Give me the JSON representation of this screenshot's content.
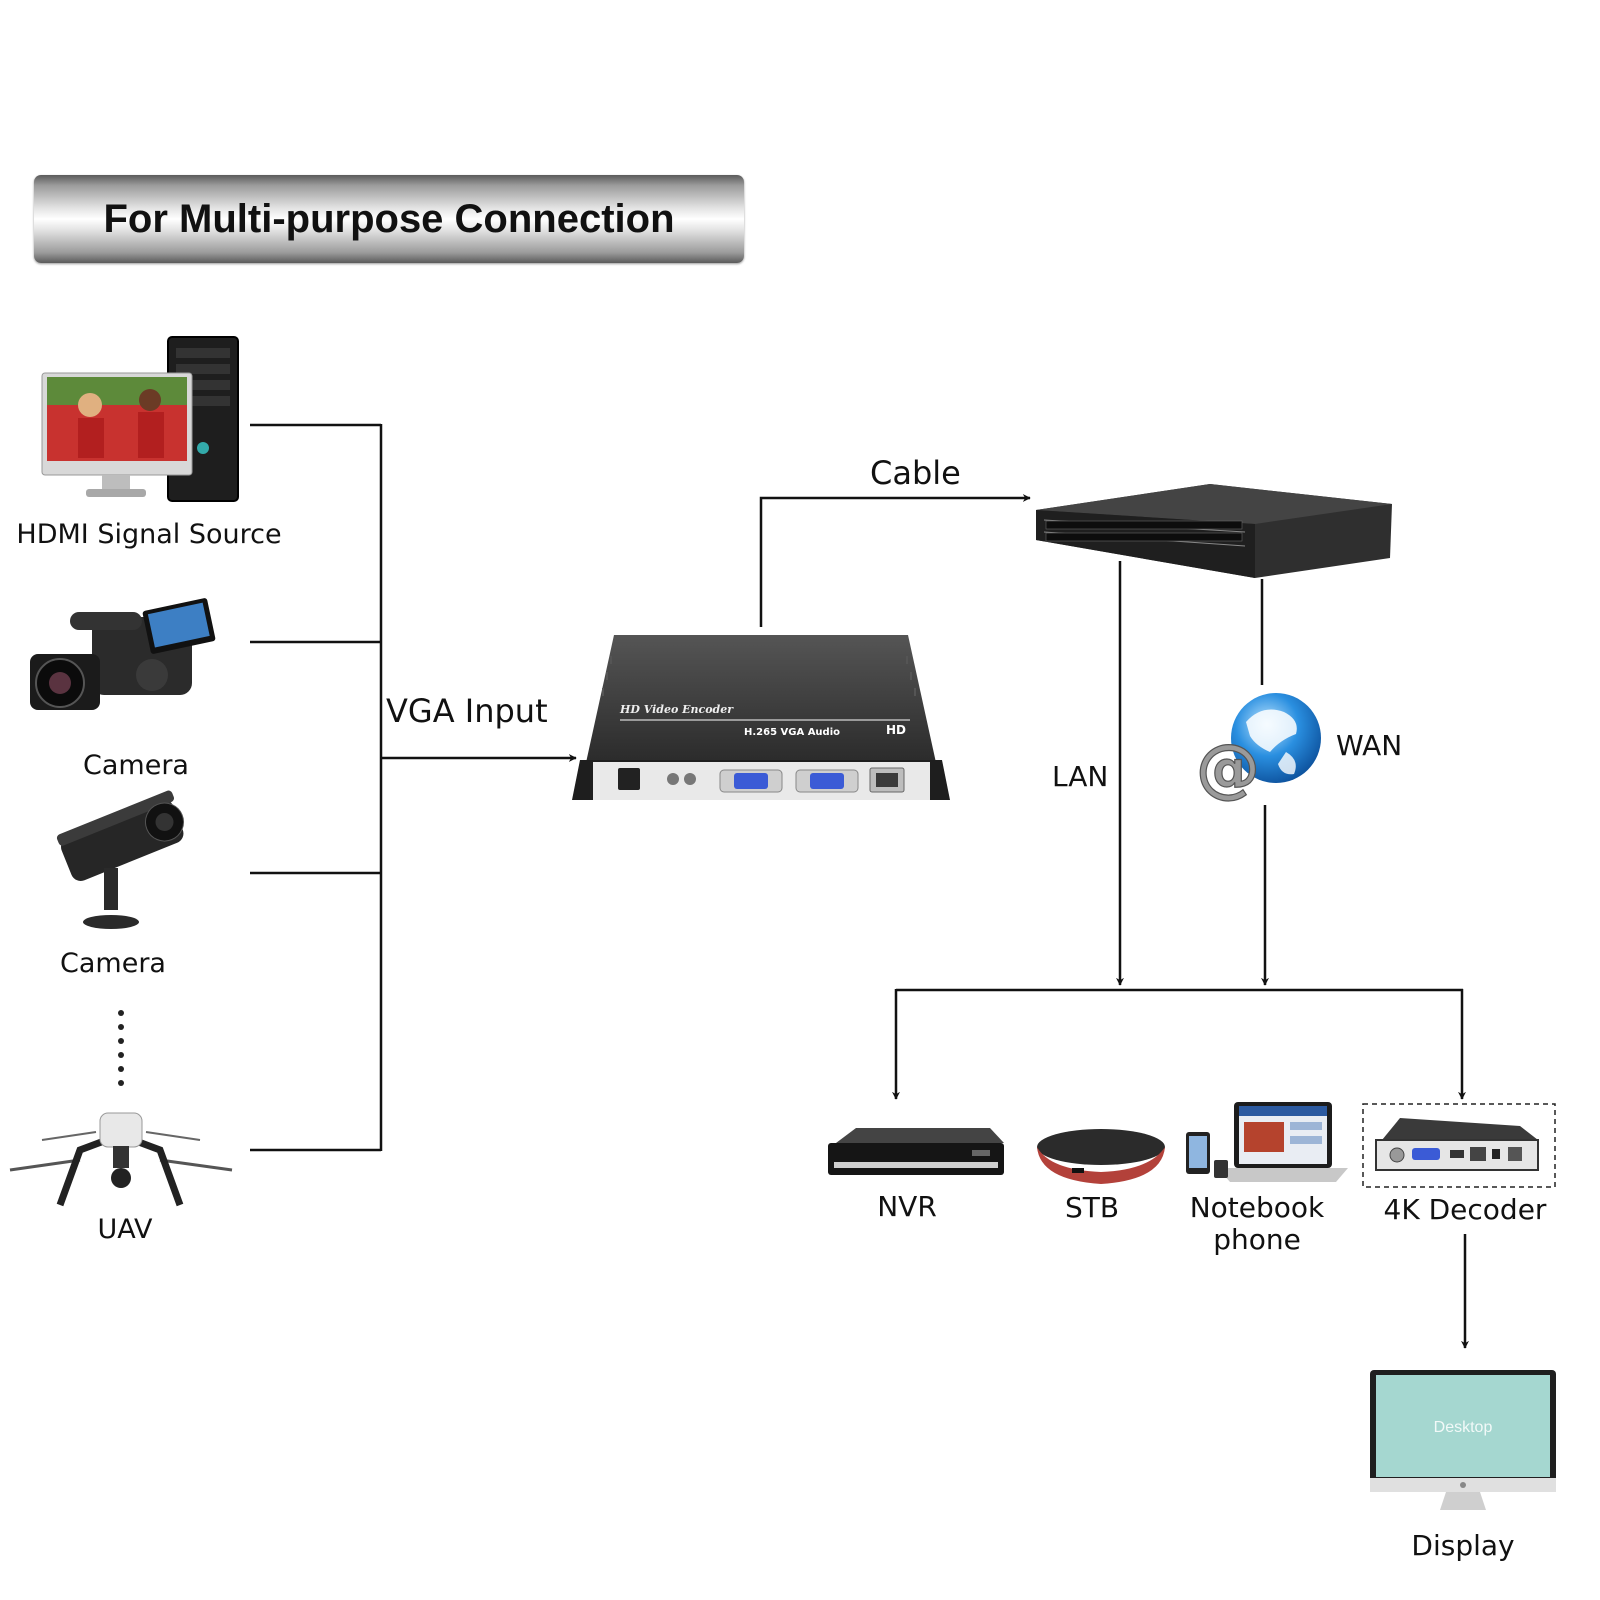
{
  "title": "For Multi-purpose Connection",
  "sources": {
    "hdmi": "HDMI Signal Source",
    "camera1": "Camera",
    "camera2": "Camera",
    "uav": "UAV"
  },
  "encoder": {
    "model": "HD Video Encoder",
    "features": "H.265  VGA Audio",
    "badge": "HD"
  },
  "links": {
    "vga_input": "VGA Input",
    "cable": "Cable",
    "lan": "LAN",
    "wan": "WAN"
  },
  "outputs": {
    "nvr": "NVR",
    "stb": "STB",
    "notebook": "Notebook",
    "phone": "phone",
    "decoder": "4K Decoder",
    "display": "Display"
  },
  "display_screen": "Desktop",
  "colors": {
    "line": "#111111",
    "device_dark": "#2d2d2d",
    "vga_blue": "#3b5bd6",
    "screen_teal": "#a5d7d0",
    "globe_blue": "#2a8fe0"
  }
}
